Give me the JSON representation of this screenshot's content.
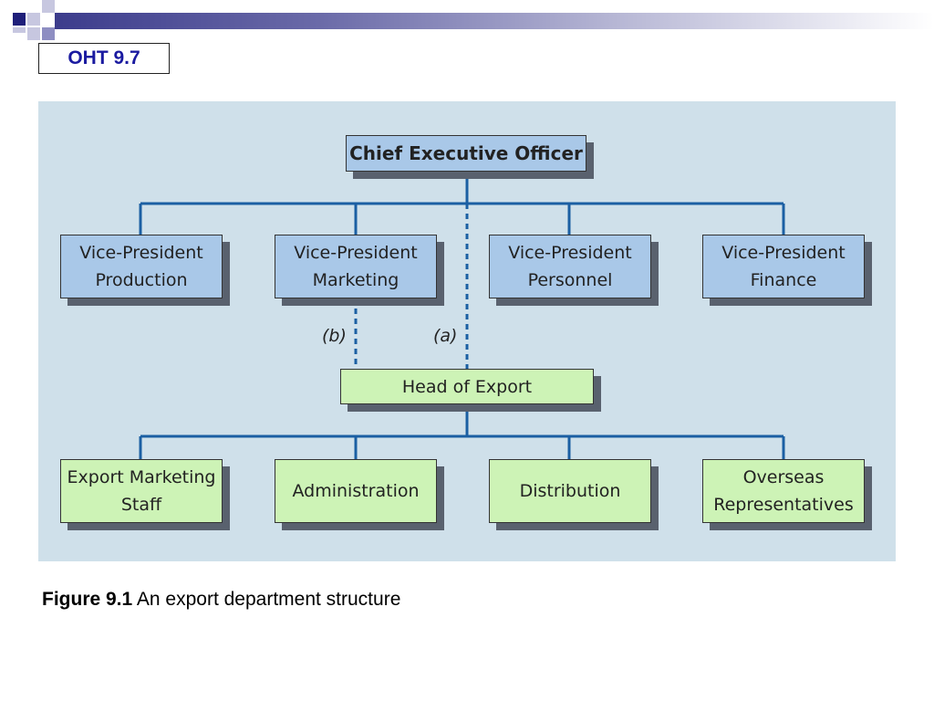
{
  "slide": {
    "label": "OHT 9.7"
  },
  "org_chart": {
    "top": "Chief Executive Officer",
    "vice_presidents": [
      "Vice-President\nProduction",
      "Vice-President\nMarketing",
      "Vice-President\nPersonnel",
      "Vice-President\nFinance"
    ],
    "dotted_line_labels": {
      "b": "(b)",
      "a": "(a)"
    },
    "head": "Head of Export",
    "export_units": [
      "Export Marketing\nStaff",
      "Administration",
      "Distribution",
      "Overseas\nRepresentatives"
    ]
  },
  "caption": {
    "figure_label": "Figure 9.1",
    "text": "An export department structure"
  },
  "colors": {
    "line": "#1b5fa3",
    "blue_box": "#a9c8e8",
    "green_box": "#cdf3b6",
    "panel": "#cfe0ea"
  }
}
